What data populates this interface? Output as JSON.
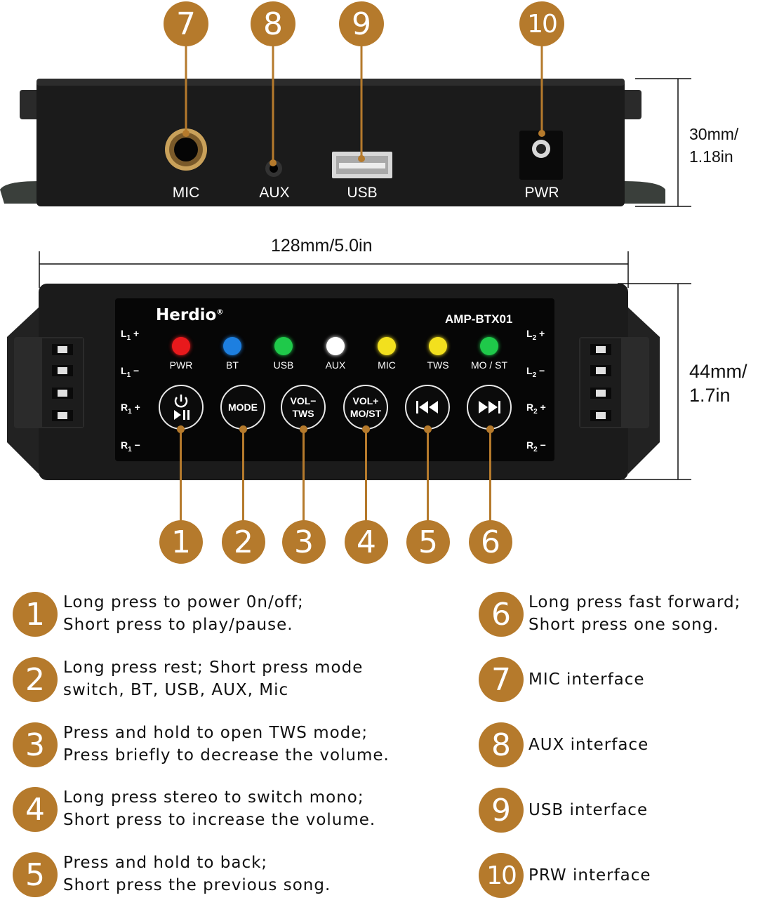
{
  "colors": {
    "badge": "#b57a2c",
    "device": "#1b1b1b",
    "panel": "#060606",
    "led_pwr": "#e8191c",
    "led_bt": "#1d7fe0",
    "led_usb": "#1fc94a",
    "led_aux": "#ffffff",
    "led_mic": "#f2e01e",
    "led_tws": "#f2e01e",
    "led_most": "#1fc94a"
  },
  "top_view": {
    "ports": [
      {
        "number": "7",
        "label": "MIC"
      },
      {
        "number": "8",
        "label": "AUX"
      },
      {
        "number": "9",
        "label": "USB"
      },
      {
        "number": "10",
        "label": "PWR"
      }
    ],
    "height_dim": {
      "line1": "30mm/",
      "line2": "1.18in"
    }
  },
  "front_view": {
    "width_dim": "128mm/5.0in",
    "height_dim": {
      "line1": "44mm/",
      "line2": "1.7in"
    },
    "brand": "Herdio",
    "brand_mark": "®",
    "model": "AMP-BTX01",
    "left_terminals": [
      {
        "ch": "L",
        "sub": "1",
        "sign": "+"
      },
      {
        "ch": "L",
        "sub": "1",
        "sign": "−"
      },
      {
        "ch": "R",
        "sub": "1",
        "sign": "+"
      },
      {
        "ch": "R",
        "sub": "1",
        "sign": "−"
      }
    ],
    "right_terminals": [
      {
        "ch": "L",
        "sub": "2",
        "sign": "+"
      },
      {
        "ch": "L",
        "sub": "2",
        "sign": "−"
      },
      {
        "ch": "R",
        "sub": "2",
        "sign": "+"
      },
      {
        "ch": "R",
        "sub": "2",
        "sign": "−"
      }
    ],
    "leds": [
      {
        "label": "PWR",
        "color_key": "led_pwr"
      },
      {
        "label": "BT",
        "color_key": "led_bt"
      },
      {
        "label": "USB",
        "color_key": "led_usb"
      },
      {
        "label": "AUX",
        "color_key": "led_aux"
      },
      {
        "label": "MIC",
        "color_key": "led_mic"
      },
      {
        "label": "TWS",
        "color_key": "led_tws"
      },
      {
        "label": "MO / ST",
        "color_key": "led_most"
      }
    ],
    "buttons": [
      {
        "number": "1",
        "icon": "power-play-pause-icon",
        "line1": "",
        "line2": ""
      },
      {
        "number": "2",
        "icon": "",
        "line1": "MODE",
        "line2": ""
      },
      {
        "number": "3",
        "icon": "",
        "line1": "VOL−",
        "line2": "TWS"
      },
      {
        "number": "4",
        "icon": "",
        "line1": "VOL+",
        "line2": "MO/ST"
      },
      {
        "number": "5",
        "icon": "previous-track-icon",
        "line1": "",
        "line2": ""
      },
      {
        "number": "6",
        "icon": "next-track-icon",
        "line1": "",
        "line2": ""
      }
    ]
  },
  "legend": {
    "left": [
      {
        "number": "1",
        "line1": "Long press to power 0n/off;",
        "line2": "Short press to play/pause."
      },
      {
        "number": "2",
        "line1": "Long press rest; Short press mode",
        "line2": "switch, BT, USB, AUX, Mic"
      },
      {
        "number": "3",
        "line1": "Press and hold to open TWS mode;",
        "line2": "Press briefly to decrease the volume."
      },
      {
        "number": "4",
        "line1": "Long press stereo to switch mono;",
        "line2": "Short press to increase the volume."
      },
      {
        "number": "5",
        "line1": "Press and hold to back;",
        "line2": "Short press the previous song."
      }
    ],
    "right": [
      {
        "number": "6",
        "line1": "Long press fast forward;",
        "line2": "Short press one song."
      },
      {
        "number": "7",
        "line1": "MIC interface",
        "line2": ""
      },
      {
        "number": "8",
        "line1": "AUX interface",
        "line2": ""
      },
      {
        "number": "9",
        "line1": "USB interface",
        "line2": ""
      },
      {
        "number": "10",
        "line1": "PRW interface",
        "line2": ""
      }
    ]
  }
}
